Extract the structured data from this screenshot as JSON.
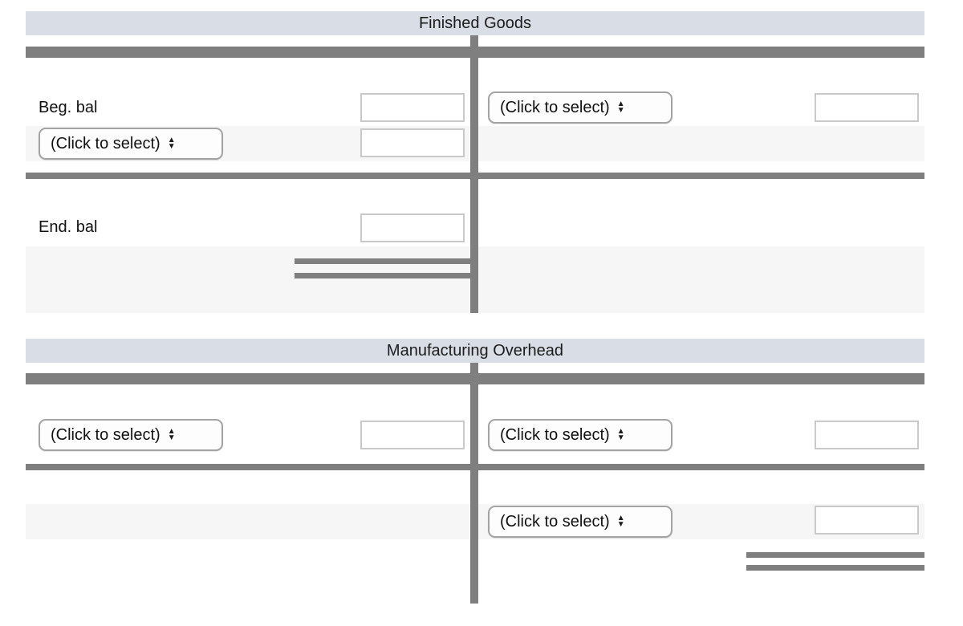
{
  "worksheet": {
    "select_label": "(Click to select)",
    "input_value": ""
  },
  "icons": {
    "arrow_up": "▲",
    "arrow_down": "▼"
  },
  "colors": {
    "header_bg": "#d9dde6",
    "rule_gray": "#7f7f7f",
    "stripe_bg": "#f6f6f6",
    "input_border": "#c9c9c9",
    "select_border": "#a3a3a3"
  },
  "accounts": [
    {
      "title": "Finished Goods",
      "beg_label": "Beg. bal",
      "end_label": "End. bal"
    },
    {
      "title": "Manufacturing Overhead"
    }
  ]
}
